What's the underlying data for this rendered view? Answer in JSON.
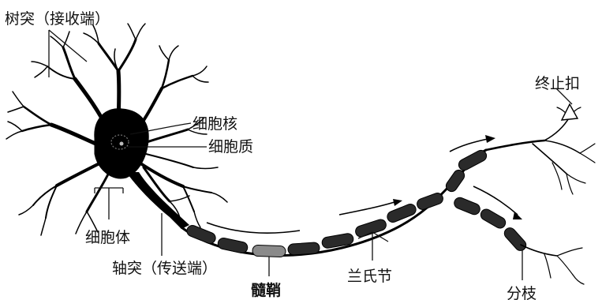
{
  "labels": {
    "dendrite": "树突（接收端）",
    "nucleus": "细胞核",
    "cytoplasm": "细胞质",
    "cell_body": "细胞体",
    "axon": "轴突（传送端）",
    "myelin": "髓鞘",
    "node_of_ranvier": "兰氏节",
    "terminal_button": "终止扣",
    "branch": "分枝"
  },
  "colors": {
    "ink": "#000000",
    "background": "#ffffff"
  }
}
